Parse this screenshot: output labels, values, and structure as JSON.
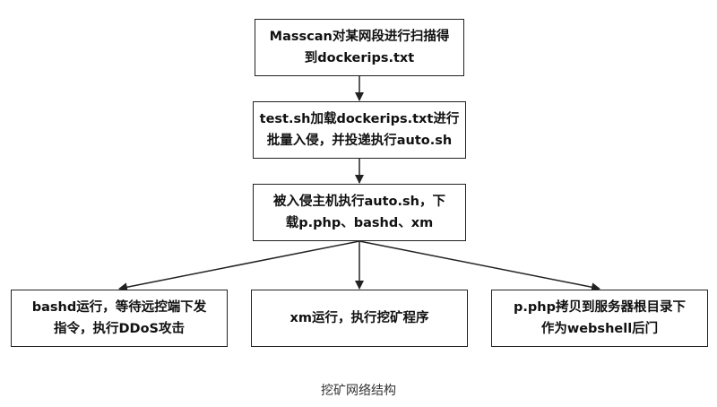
{
  "diagram": {
    "nodes": [
      {
        "id": "n1",
        "lines": [
          "Masscan对某网段进行扫描得",
          "到dockerips.txt"
        ]
      },
      {
        "id": "n2",
        "lines": [
          "test.sh加载dockerips.txt进行",
          "批量入侵，并投递执行auto.sh"
        ]
      },
      {
        "id": "n3",
        "lines": [
          "被入侵主机执行auto.sh，下",
          "载p.php、bashd、xm"
        ]
      },
      {
        "id": "n4",
        "lines": [
          "bashd运行，等待远控端下发",
          "指令，执行DDoS攻击"
        ]
      },
      {
        "id": "n5",
        "lines": [
          "xm运行，执行挖矿程序"
        ]
      },
      {
        "id": "n6",
        "lines": [
          "p.php拷贝到服务器根目录下",
          "作为webshell后门"
        ]
      }
    ],
    "edges": [
      {
        "from": "n1",
        "to": "n2"
      },
      {
        "from": "n2",
        "to": "n3"
      },
      {
        "from": "n3",
        "to": "n4"
      },
      {
        "from": "n3",
        "to": "n5"
      },
      {
        "from": "n3",
        "to": "n6"
      }
    ],
    "caption": "挖矿网络结构",
    "colors": {
      "stroke": "#222222",
      "text": "#111111",
      "caption": "#333333"
    }
  }
}
